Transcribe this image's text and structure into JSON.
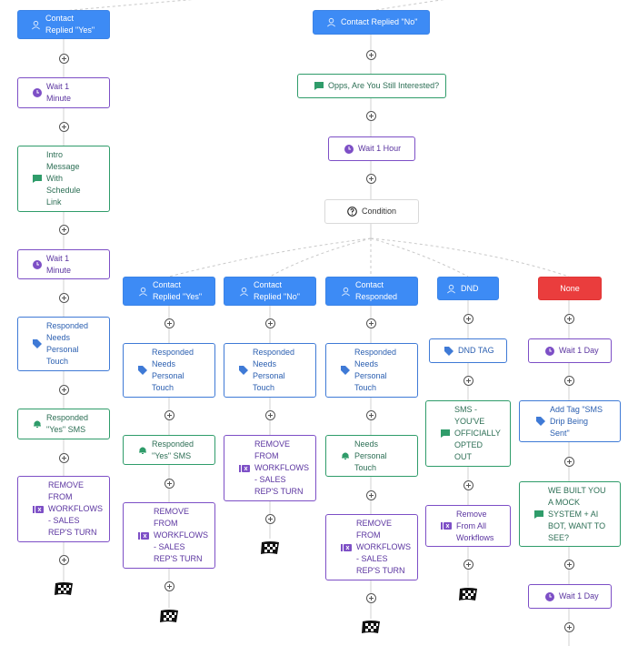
{
  "colors": {
    "trigger": "#3d8bf5",
    "none": "#ea3d3d",
    "sms": "#2f9c6a",
    "wait": "#7d4fc6",
    "tag": "#3f7ad6"
  },
  "branches": [
    {
      "label": "Contact\nReplied \"Yes\"",
      "icon": "person-icon"
    },
    {
      "label": "Contact Replied \"No\"",
      "icon": "person-icon"
    },
    {
      "label": "Contact\nReplied \"Yes\"",
      "icon": "person-icon"
    },
    {
      "label": "Contact\nReplied \"No\"",
      "icon": "person-icon"
    },
    {
      "label": "Contact\nResponded",
      "icon": "person-icon"
    },
    {
      "label": "DND",
      "icon": "person-icon"
    },
    {
      "label": "None",
      "icon": ""
    }
  ],
  "nodes": {
    "a_wait": "Wait 1\nMinute",
    "a_intro": "Intro\nMessage\nWith\nSchedule\nLink",
    "a_wait2": "Wait 1\nMinute",
    "a_tag": "Responded\nNeeds\nPersonal\nTouch",
    "a_sms": "Responded\n\"Yes\" SMS",
    "a_wf": "REMOVE\nFROM\nWORKFLOWS\n- SALES\nREP'S TURN",
    "b_sms": "Opps, Are You Still Interested?",
    "b_wait": "Wait 1 Hour",
    "b_cond": "Condition",
    "c_tag": "Responded\nNeeds\nPersonal\nTouch",
    "c_sms": "Responded\n\"Yes\" SMS",
    "c_wf": "REMOVE\nFROM\nWORKFLOWS\n- SALES\nREP'S TURN",
    "d_tag": "Responded\nNeeds\nPersonal\nTouch",
    "d_wf": "REMOVE\nFROM\nWORKFLOWS\n- SALES\nREP'S TURN",
    "e_tag": "Responded\nNeeds\nPersonal\nTouch",
    "e_sms": "Needs\nPersonal\nTouch",
    "e_wf": "REMOVE\nFROM\nWORKFLOWS\n- SALES\nREP'S TURN",
    "f_tag": "DND TAG",
    "f_sms": "SMS -\nYOU'VE\nOFFICIALLY\nOPTED\nOUT",
    "f_wf": "Remove\nFrom All\nWorkflows",
    "g_wait": "Wait 1 Day",
    "g_tag": "Add Tag \"SMS\nDrip Being\nSent\"",
    "g_sms": "WE BUILT YOU\nA MOCK\nSYSTEM + AI\nBOT, WANT TO\nSEE?",
    "g_wait2": "Wait 1 Day"
  }
}
